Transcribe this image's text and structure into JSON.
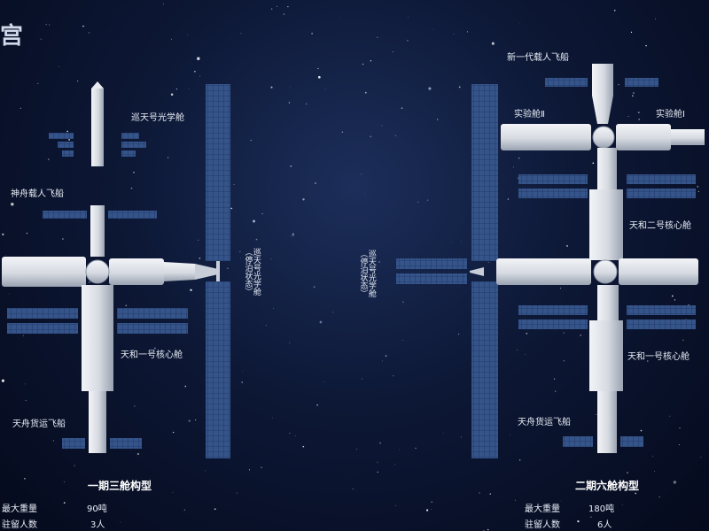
{
  "corner_glyph": "宫",
  "left": {
    "labels": {
      "xuntian": "巡天号光学舱",
      "shenzhou": "神舟载人飞船",
      "tianhe": "天和一号核心舱",
      "tianzhou": "天舟货运飞船",
      "xuntian_docked": "巡天号光学舱（停泊状态）"
    },
    "title": "一期三舱构型",
    "stats": [
      {
        "label": "最大重量",
        "value": "90吨"
      },
      {
        "label": "驻留人数",
        "value": "3人"
      }
    ]
  },
  "right": {
    "labels": {
      "new_ship": "新一代载人飞船",
      "lab_left": "实验舱Ⅱ",
      "lab_right": "实验舱Ⅰ",
      "tianhe2": "天和二号核心舱",
      "tianhe1": "天和一号核心舱",
      "tianzhou": "天舟货运飞船",
      "xuntian_docked": "巡天号光学舱（停泊状态）"
    },
    "title": "二期六舱构型",
    "stats": [
      {
        "label": "最大重量",
        "value": "180吨"
      },
      {
        "label": "驻留人数",
        "value": "6人"
      }
    ]
  },
  "colors": {
    "module": "#d9dde4",
    "module_shadow": "#9aa3b2",
    "panel": "#35548a",
    "panel_grid": "#1d3260"
  }
}
